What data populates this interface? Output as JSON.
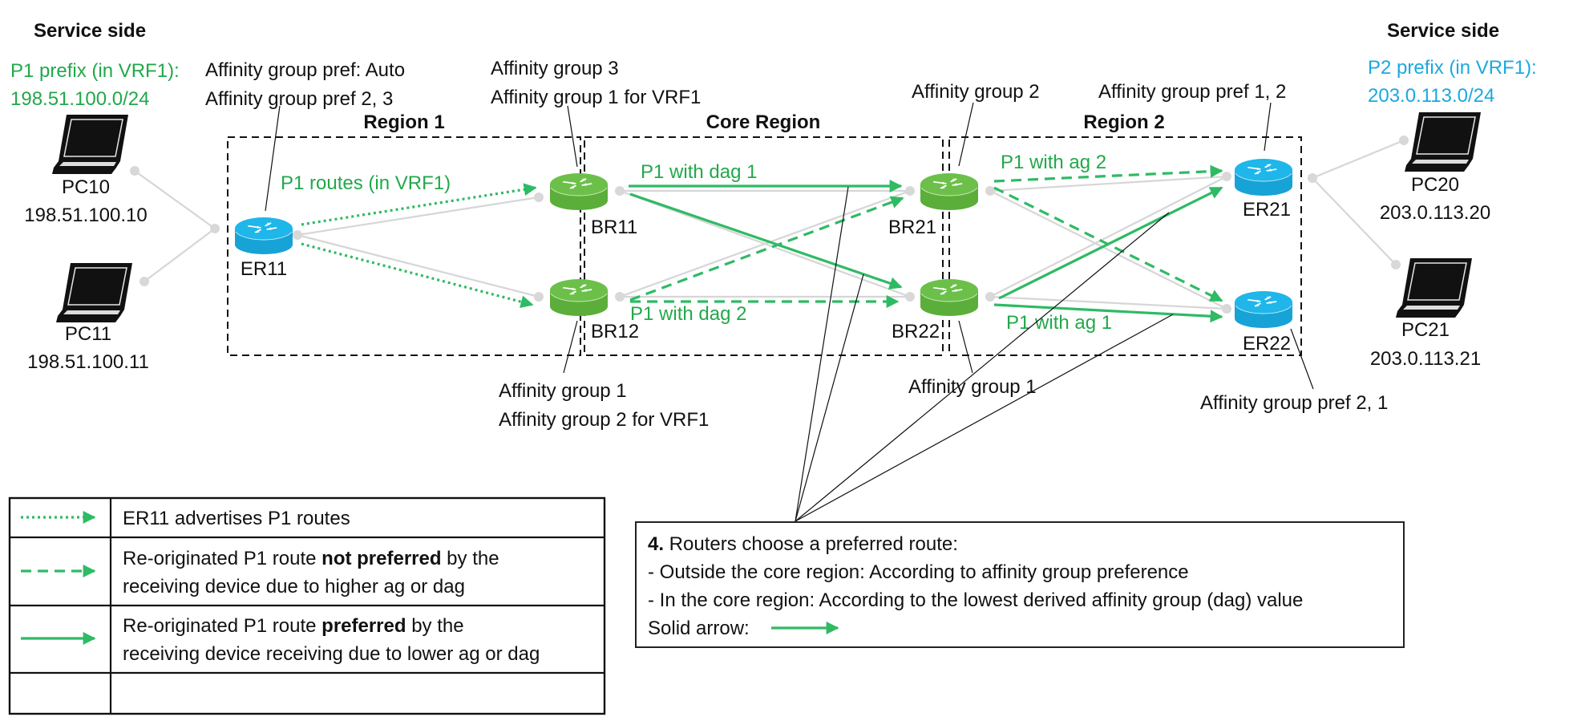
{
  "colors": {
    "route_green": "#2fba64",
    "p1_text_green": "#22a84a",
    "p2_text_blue": "#1ba8e0",
    "edge_router_blue": "#1fb3e6",
    "border_router_green": "#6cbf4a",
    "link_gray": "#d6d6d6"
  },
  "left_side": {
    "title": "Service side",
    "prefix_label": "P1 prefix (in VRF1):",
    "prefix_value": "198.51.100.0/24",
    "pcs": [
      {
        "name": "PC10",
        "ip": "198.51.100.10"
      },
      {
        "name": "PC11",
        "ip": "198.51.100.11"
      }
    ]
  },
  "right_side": {
    "title": "Service side",
    "prefix_label": "P2 prefix (in VRF1):",
    "prefix_value": "203.0.113.0/24",
    "pcs": [
      {
        "name": "PC20",
        "ip": "203.0.113.20"
      },
      {
        "name": "PC21",
        "ip": "203.0.113.21"
      }
    ]
  },
  "regions": {
    "region1": "Region 1",
    "core": "Core Region",
    "region2": "Region 2"
  },
  "routers": {
    "er11": "ER11",
    "br11": "BR11",
    "br12": "BR12",
    "br21": "BR21",
    "br22": "BR22",
    "er21": "ER21",
    "er22": "ER22"
  },
  "annotations": {
    "er11_line1": "Affinity group pref: Auto",
    "er11_line2": "Affinity group pref 2, 3",
    "br11_line1": "Affinity group  3",
    "br11_line2": "Affinity group 1 for VRF1",
    "br12_line1": "Affinity group 1",
    "br12_line2": "Affinity group 2 for VRF1",
    "br21": "Affinity group 2",
    "br22": "Affinity group 1",
    "er21": "Affinity group pref 1, 2",
    "er22": "Affinity group pref 2, 1"
  },
  "route_labels": {
    "p1_routes": "P1 routes (in VRF1)",
    "dag1": "P1 with dag 1",
    "dag2": "P1 with dag 2",
    "ag2": "P1 with ag 2",
    "ag1": "P1 with ag 1"
  },
  "legend": {
    "rows": [
      {
        "style": "dotted",
        "text_before": "ER11 advertises P1 routes",
        "bold": "",
        "text_after": "",
        "line2": ""
      },
      {
        "style": "dashed",
        "text_before": "Re-originated P1 route ",
        "bold": "not preferred",
        "text_after": " by the",
        "line2": "receiving device due to higher ag or dag"
      },
      {
        "style": "solid",
        "text_before": "Re-originated P1 route ",
        "bold": "preferred",
        "text_after": " by the",
        "line2": "receiving device receiving due to lower ag or dag"
      },
      {
        "style": "",
        "text_before": "",
        "bold": "",
        "text_after": "",
        "line2": ""
      }
    ]
  },
  "note": {
    "step": "4.",
    "title": " Routers choose a preferred route:",
    "line1": "- Outside the core region: According to affinity group preference",
    "line2": "- In the core region: According to the lowest derived affinity group (dag) value",
    "line3": "Solid arrow:"
  }
}
